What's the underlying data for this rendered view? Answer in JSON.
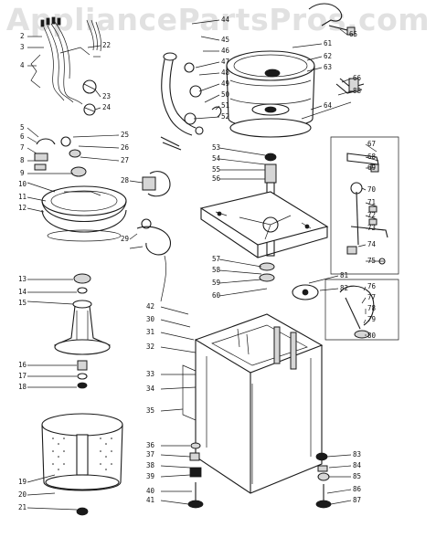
{
  "watermark": "AppliancePartsPros.com",
  "labels_left": [
    "2",
    "3",
    "4",
    "5",
    "6",
    "7",
    "8",
    "9",
    "10",
    "11",
    "12",
    "13",
    "14",
    "15",
    "16",
    "17",
    "18",
    "19",
    "20",
    "21"
  ],
  "labels_center": [
    "22",
    "23",
    "24",
    "25",
    "26",
    "27",
    "28",
    "29",
    "30",
    "31",
    "32",
    "33",
    "34",
    "35",
    "36",
    "37",
    "38",
    "39",
    "40",
    "41",
    "42"
  ],
  "labels_top": [
    "44",
    "45",
    "46",
    "47",
    "48",
    "49",
    "50",
    "51",
    "52",
    "53",
    "54",
    "55",
    "56",
    "57",
    "58",
    "59",
    "60",
    "61",
    "62",
    "63",
    "64",
    "65",
    "66"
  ],
  "labels_right": [
    "67",
    "68",
    "69",
    "70",
    "71",
    "72",
    "73",
    "74",
    "75",
    "76",
    "77",
    "78",
    "79",
    "80",
    "81",
    "82",
    "83",
    "84",
    "85",
    "86",
    "87",
    "88"
  ],
  "colors": {
    "ink": "#1a1a1a",
    "paper": "#ffffff",
    "watermark": "#c8c8c8"
  }
}
